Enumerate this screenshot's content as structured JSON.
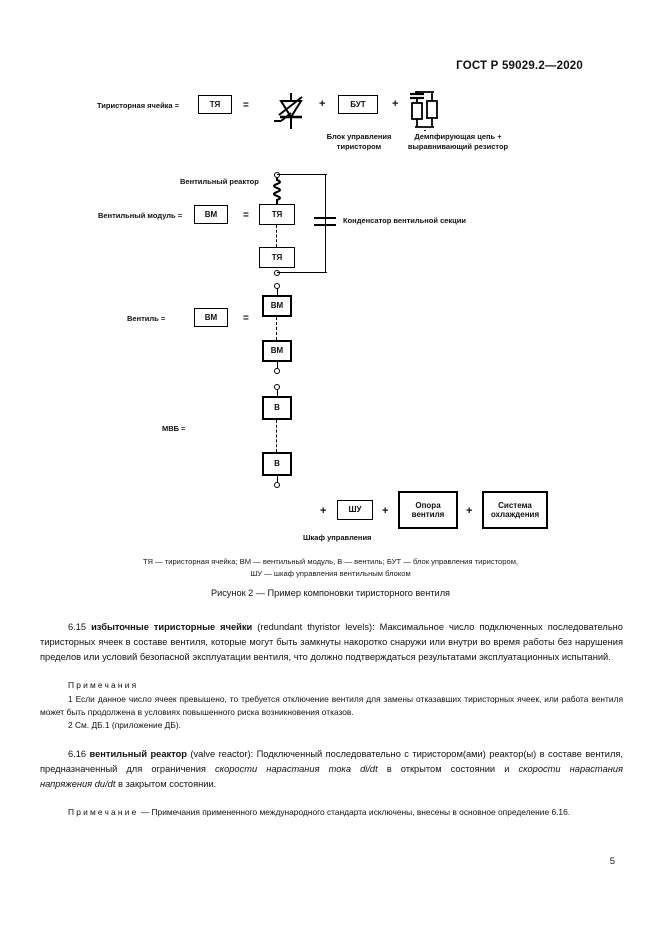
{
  "header": {
    "standard": "ГОСТ Р 59029.2—2020"
  },
  "figure": {
    "row1": {
      "label": "Тиристорная ячейка =",
      "box_ty": "ТЯ",
      "eq": "=",
      "plus1": "+",
      "box_but": "БУТ",
      "plus2": "+",
      "caption_but": "Блок управления\nтиристором",
      "caption_snubber": "Демпфирующая цепь +\nвыравнивающий резистор",
      "thyristor_icon": "thyristor-symbol",
      "snubber_icon": "snubber-circuit-symbol"
    },
    "row2": {
      "label": "Вентильный модуль =",
      "box_vm": "ВМ",
      "eq": "=",
      "box_ty_top": "ТЯ",
      "box_ty_bottom": "ТЯ",
      "caption_reactor": "Вентильный реактор",
      "caption_capacitor": "Конденсатор вентильной секции",
      "reactor_icon": "coil-inductor-symbol",
      "capacitor_icon": "capacitor-symbol"
    },
    "row3": {
      "label": "Вентиль =",
      "box_vm_left": "ВМ",
      "eq": "=",
      "box_vm_top": "ВМ",
      "box_vm_bottom": "ВМ"
    },
    "row4": {
      "label": "МВБ =",
      "box_v_top": "В",
      "box_v_bottom": "В"
    },
    "row5": {
      "plus1": "+",
      "box_shu": "ШУ",
      "plus2": "+",
      "box_support": "Опора\nвентиля",
      "plus3": "+",
      "box_cooling": "Система\nохлаждения",
      "caption_shu": "Шкаф управления"
    },
    "legend_line1": "ТЯ — тиристорная ячейка; ВМ — вентильный модуль, В — вентиль; БУТ — блок управления тиристором,",
    "legend_line2": "ШУ — шкаф управления вентильным блоком",
    "caption": "Рисунок 2 — Пример компоновки тиристорного вентиля"
  },
  "body": {
    "clause_615": {
      "number": "6.15",
      "term": "избыточные тиристорные ячейки",
      "en": "(redundant thyristor levels):",
      "text": "Максимальное число подключенных последовательно тиристорных ячеек в составе вентиля, которые могут быть замкнуты накоротко снаружи или внутри во время работы без нарушения пределов или условий безопасной эксплуатации вентиля, что должно подтверждаться результатами эксплуатационных испытаний."
    },
    "notes_heading": "Примечания",
    "note1": "1 Если данное число ячеек превышено, то требуется отключение вентиля для замены отказавших тиристорных ячеек, или работа вентиля может быть продолжена в условиях повышенного риска возникновения отказов.",
    "note2": "2 См. ДБ.1 (приложение ДБ).",
    "clause_616": {
      "number": "6.16",
      "term": "вентильный реактор",
      "en": "(valve reactor):",
      "text_part1": "Подключенный последовательно с тиристором(ами) реактор(ы) в составе вентиля, предназначенный для ограничения ",
      "italic1": "скорости нарастания тока",
      "formula1": "di/dt",
      "text_part2": " в открытом состоянии и ",
      "italic2": "скорости нарастания напряжения",
      "formula2": "du/dt",
      "text_part3": " в закрытом состоянии."
    },
    "final_note_heading": "Примечание",
    "final_note": "— Примечания примененного международного стандарта исключены, внесены в основное определение 6.16."
  },
  "footer": {
    "page_number": "5"
  }
}
